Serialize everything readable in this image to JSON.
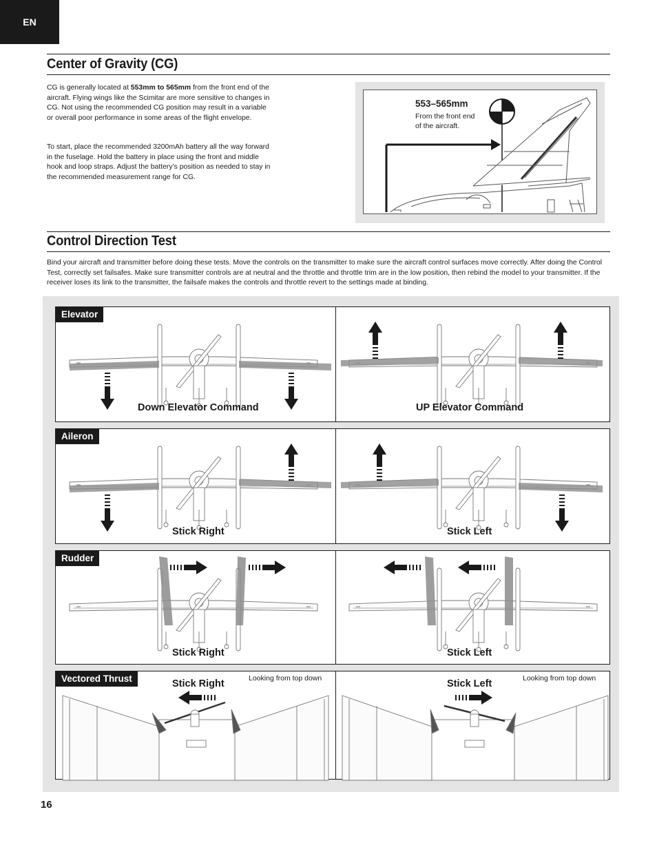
{
  "lang_tab": "EN",
  "cg": {
    "title": "Center of Gravity (CG)",
    "p1_prefix": "CG is generally located at ",
    "p1_bold": "553mm to 565mm",
    "p1_suffix": " from the front end of the aircraft. Flying wings like the Scimitar are more sensitive to changes in CG. Not using the recommended CG position may result in a variable or overall poor performance in some areas of the flight envelope.",
    "p2": "To start, place the recommended 3200mAh battery all the way forward in the fuselage. Hold the battery in place using the front and middle hook and loop straps. Adjust the battery’s position as needed to stay in the recommended measurement range for CG.",
    "figure_value": "553–565mm",
    "figure_note_line1": "From the front end",
    "figure_note_line2": "of the aircraft."
  },
  "control": {
    "title": "Control Direction Test",
    "intro": "Bind your aircraft and transmitter before doing these tests. Move the controls on the transmitter to make sure the aircraft control surfaces move correctly.  After doing the Control Test, correctly set failsafes. Make sure transmitter controls are at neutral and the throttle and throttle trim are in the low position, then rebind the model to your transmitter. If the receiver loses its link to the transmitter, the failsafe makes the controls and throttle revert to the settings made at binding.",
    "rows": [
      {
        "tag": "Elevator",
        "left_caption": "Down Elevator Command",
        "right_caption": "UP Elevator Command"
      },
      {
        "tag": "Aileron",
        "left_caption": "Stick Right",
        "right_caption": "Stick Left"
      },
      {
        "tag": "Rudder",
        "left_caption": "Stick Right",
        "right_caption": "Stick Left"
      },
      {
        "tag": "Vectored Thrust",
        "left_caption": "Stick Right",
        "right_caption": "Stick Left",
        "left_note": "Looking from top down",
        "right_note": "Looking from top down"
      }
    ]
  },
  "page_number": "16"
}
